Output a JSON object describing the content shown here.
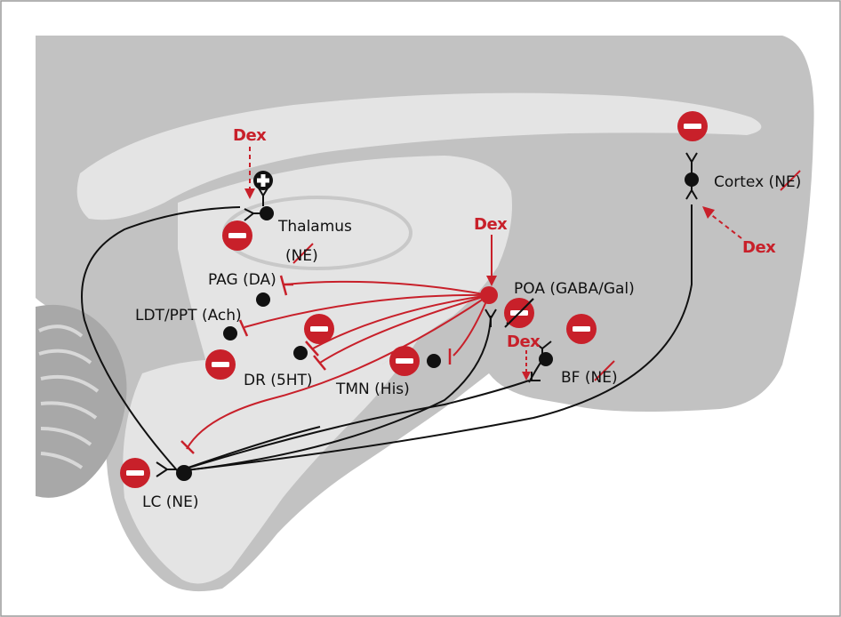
{
  "colors": {
    "frame_border": "#9a9a9a",
    "brain_dark": "#c2c2c2",
    "brain_light": "#e4e4e4",
    "cerebellum": "#a8a8a8",
    "inhibit_red": "#c8202a",
    "neuron_black": "#111111",
    "label_text": "#111111",
    "dex_text": "#c8202a"
  },
  "icons": {
    "inhibit_badge": "minus-circle-icon",
    "excite_badge": "plus-circle-icon"
  },
  "labels": {
    "thalamus": "Thalamus",
    "thalamus_ne": "NE",
    "cortex_prefix": "Cortex (",
    "cortex_ne": "NE",
    "paren_close": ")",
    "paren_open": "(",
    "pag": "PAG (DA)",
    "ldt_ppt": "LDT/PPT (Ach)",
    "dr": "DR (5HT)",
    "tmn": "TMN (His)",
    "poa": "POA (GABA/Gal)",
    "bf_prefix": "BF (",
    "bf_ne": "NE",
    "lc": "LC (NE)"
  },
  "dex": {
    "thalamus": "Dex",
    "poa": "Dex",
    "cortex": "Dex",
    "bf": "Dex"
  }
}
